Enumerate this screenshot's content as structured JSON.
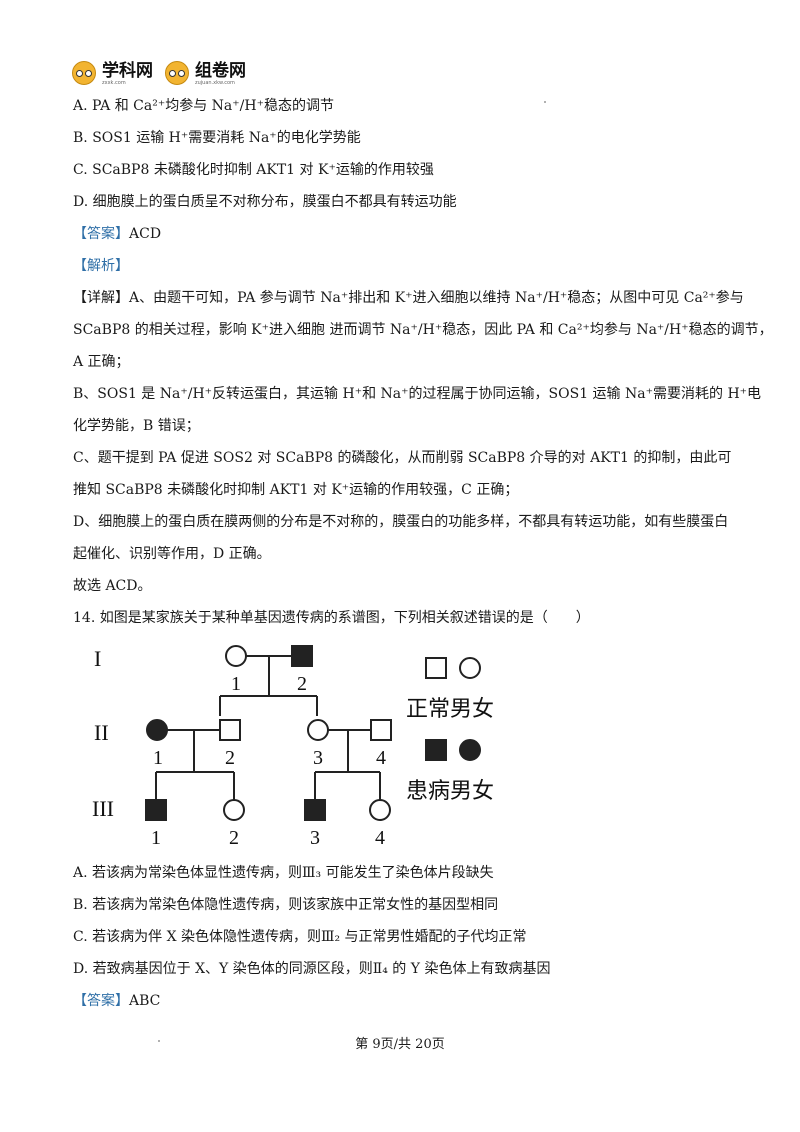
{
  "header": {
    "logo1": "学科网",
    "logo1_sub": "zxxk.com",
    "logo2": "组卷网",
    "logo2_sub": "zujuan.xkw.com"
  },
  "q13": {
    "optA": "A. PA 和 Ca²⁺均参与 Na⁺/H⁺稳态的调节",
    "optB": "B. SOS1 运输 H⁺需要消耗 Na⁺的电化学势能",
    "optC": "C. SCaBP8 未磷酸化时抑制 AKT1 对 K⁺运输的作用较强",
    "optD": "D. 细胞膜上的蛋白质呈不对称分布，膜蛋白不都具有转运功能",
    "answer_tag": "【答案】",
    "answer": "ACD",
    "analysis_tag": "【解析】",
    "detail_tag": "【详解】",
    "detail": [
      "A、由题干可知，PA 参与调节 Na⁺排出和 K⁺进入细胞以维持 Na⁺/H⁺稳态；从图中可见 Ca²⁺参与",
      "SCaBP8 的相关过程，影响 K⁺进入细胞 进而调节 Na⁺/H⁺稳态，因此 PA 和 Ca²⁺均参与 Na⁺/H⁺稳态的调节，",
      "A 正确；",
      "B、SOS1 是 Na⁺/H⁺反转运蛋白，其运输 H⁺和 Na⁺的过程属于协同运输，SOS1 运输 Na⁺需要消耗的 H⁺电",
      "化学势能，B 错误；",
      "C、题干提到 PA 促进 SOS2 对 SCaBP8 的磷酸化，从而削弱 SCaBP8 介导的对 AKT1 的抑制，由此可",
      "推知 SCaBP8 未磷酸化时抑制 AKT1 对 K⁺运输的作用较强，C 正确；",
      "D、细胞膜上的蛋白质在膜两侧的分布是不对称的，膜蛋白的功能多样，不都具有转运功能，如有些膜蛋白",
      "起催化、识别等作用，D 正确。",
      "故选 ACD。"
    ]
  },
  "q14": {
    "stem": "14. 如图是某家族关于某种单基因遗传病的系谱图，下列相关叙述错误的是（　　）",
    "pedigree": {
      "gen_labels": [
        "I",
        "II",
        "III"
      ],
      "gen1": [
        "1",
        "2"
      ],
      "gen2": [
        "1",
        "2",
        "3",
        "4"
      ],
      "gen3": [
        "1",
        "2",
        "3",
        "4"
      ],
      "legend_normal": "正常男女",
      "legend_affected": "患病男女"
    },
    "optA": "A. 若该病为常染色体显性遗传病，则Ⅲ₃ 可能发生了染色体片段缺失",
    "optB": "B. 若该病为常染色体隐性遗传病，则该家族中正常女性的基因型相同",
    "optC": "C. 若该病为伴 X 染色体隐性遗传病，则Ⅲ₂ 与正常男性婚配的子代均正常",
    "optD": "D. 若致病基因位于 X、Y 染色体的同源区段，则Ⅱ₄ 的 Y 染色体上有致病基因",
    "answer_tag": "【答案】",
    "answer": "ABC"
  },
  "footer": "第 9页/共 20页"
}
